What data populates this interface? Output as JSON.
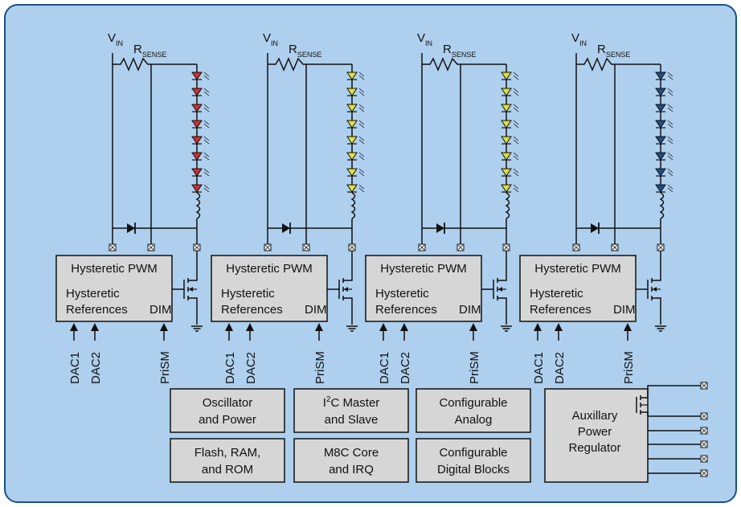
{
  "colors": {
    "background": "#aed0ee",
    "frame_border": "#1a4f8a",
    "block_fill": "#d6d6d6",
    "wire": "#111111",
    "channels_led": [
      "#d42a2a",
      "#e2e234",
      "#dede30",
      "#1c4f86"
    ]
  },
  "channel": {
    "vin_label": "V",
    "vin_sub": "IN",
    "rsense_label": "R",
    "rsense_sub": "SENSE",
    "pwm_title": "Hysteretic PWM",
    "ref_line1": "Hysteretic",
    "ref_line2": "References",
    "dim_label": "DIM",
    "input_labels": [
      "DAC1",
      "DAC2",
      "PriSM"
    ]
  },
  "blocks": {
    "osc_line1": "Oscillator",
    "osc_line2": "and Power",
    "flash_line1": "Flash, RAM,",
    "flash_line2": "and ROM",
    "i2c_pre": "I",
    "i2c_sup": "2",
    "i2c_post": "C  Master",
    "i2c_line2": "and Slave",
    "m8c_line1": "M8C Core",
    "m8c_line2": "and IRQ",
    "analog_line1": "Configurable",
    "analog_line2": "Analog",
    "digital_line1": "Configurable",
    "digital_line2": "Digital Blocks",
    "aux_line1": "Auxillary",
    "aux_line2": "Power",
    "aux_line3": "Regulator"
  },
  "icons": [
    "led-icon",
    "diode-icon",
    "inductor-icon",
    "mosfet-icon",
    "ground-icon",
    "pin-icon",
    "resistor-icon"
  ]
}
